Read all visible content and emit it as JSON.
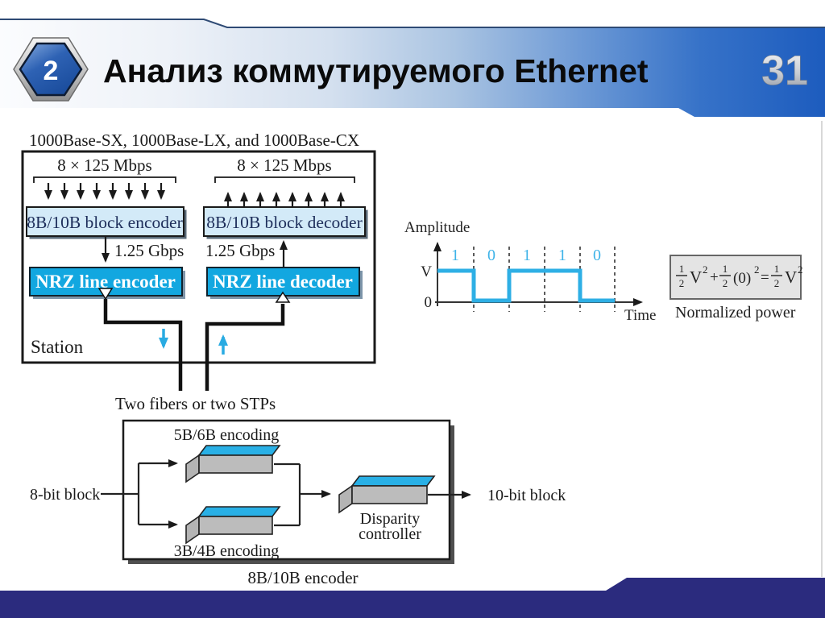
{
  "header": {
    "badge_number": "2",
    "title": "Анализ коммутируемого Ethernet",
    "slide_number": "31"
  },
  "colors": {
    "header_blue": "#1d5cbe",
    "footer_navy": "#2b2b7e",
    "cyan_accent": "#29abe2",
    "box_light_blue": "#d3eaf8",
    "slab_gray": "#bcbcbc",
    "formula_gray": "#e4e4e4"
  },
  "station_diagram": {
    "caption": "1000Base-SX, 1000Base-LX, and 1000Base-CX",
    "left_rate": "8 × 125 Mbps",
    "right_rate": "8 × 125 Mbps",
    "encoder_box": "8B/10B block encoder",
    "decoder_box": "8B/10B block decoder",
    "left_line_rate": "1.25 Gbps",
    "right_line_rate": "1.25 Gbps",
    "nrz_encoder_box": "NRZ line encoder",
    "nrz_decoder_box": "NRZ line decoder",
    "station_label": "Station",
    "fibers_caption": "Two fibers or two STPs"
  },
  "signal_plot": {
    "y_axis_label": "Amplitude",
    "x_axis_label": "Time",
    "high_level_label": "V",
    "zero_label": "0",
    "bits": [
      "1",
      "0",
      "1",
      "1",
      "0"
    ]
  },
  "formula": {
    "frac1_num": "1",
    "frac1_den": "2",
    "term1": "V",
    "sup1": "2",
    "operator_plus": "+",
    "frac2_num": "1",
    "frac2_den": "2",
    "term2": "(0)",
    "sup2": "2",
    "operator_eq": "=",
    "frac3_num": "1",
    "frac3_den": "2",
    "term3": "V",
    "sup3": "2",
    "caption": "Normalized power"
  },
  "encoder_diagram": {
    "input_label": "8-bit block",
    "top_encoder": "5B/6B encoding",
    "bottom_encoder": "3B/4B encoding",
    "disparity_line1": "Disparity",
    "disparity_line2": "controller",
    "output_label": "10-bit block",
    "caption": "8B/10B encoder"
  }
}
